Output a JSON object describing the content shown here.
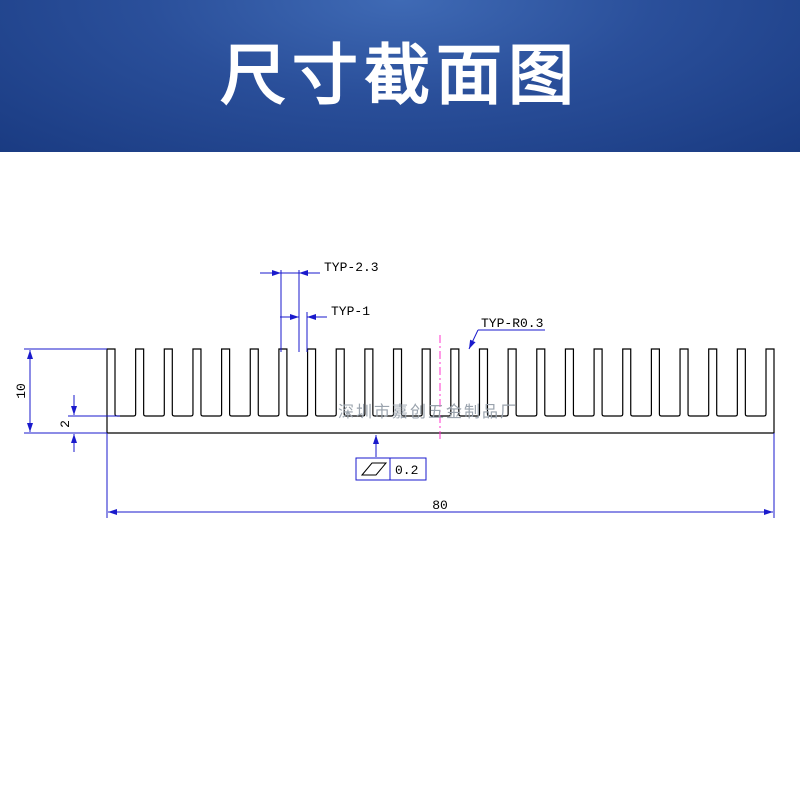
{
  "header": {
    "title": "尺寸截面图"
  },
  "colors": {
    "header_top": "#3f6ab5",
    "header_bottom": "#1a3b82",
    "dimension": "#1a1acc",
    "centerline": "#ff33cc",
    "outline": "#000000"
  },
  "drawing": {
    "labels": {
      "fin_pitch": "TYP-2.3",
      "fin_thickness": "TYP-1",
      "fin_radius": "TYP-R0.3",
      "overall_height": "10",
      "base_thickness": "2",
      "flatness_value": "0.2",
      "overall_width": "80"
    },
    "watermark": "深圳市嘉创五金制品厂",
    "fin_count": 24
  }
}
